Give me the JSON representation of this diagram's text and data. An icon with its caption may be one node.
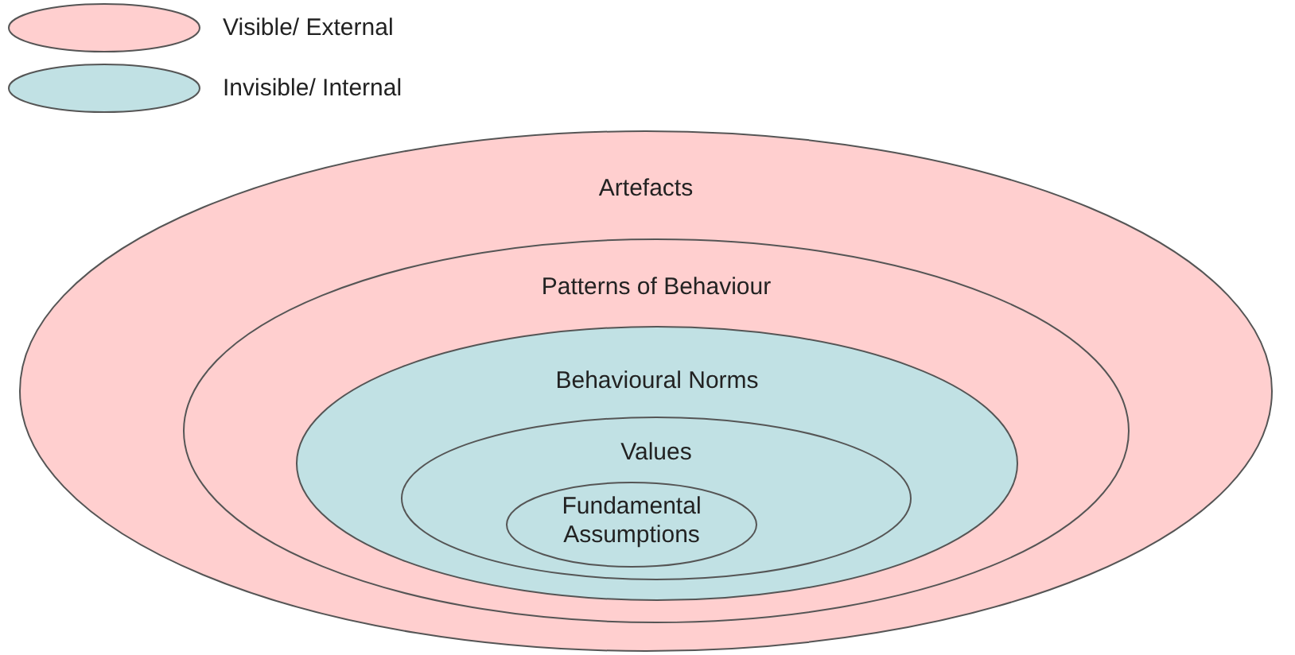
{
  "diagram": {
    "nodes": [
      {
        "text": [
          "Artefacts"
        ]
      },
      {
        "text": [
          "Patterns of Behaviour"
        ],
        "in": 0
      },
      {
        "text": [
          "Behavioural Norms"
        ],
        "in": 1
      },
      {
        "text": [
          "Values"
        ],
        "in": 2
      },
      {
        "text": [
          "Fundamental Assumptions"
        ],
        "in": 3
      }
    ],
    "legend": [
      {
        "text": "Visible/ External",
        "color": "#ffcfcf"
      },
      {
        "text": "Invisible/ Internal",
        "color": "#c1e1e4"
      }
    ]
  }
}
